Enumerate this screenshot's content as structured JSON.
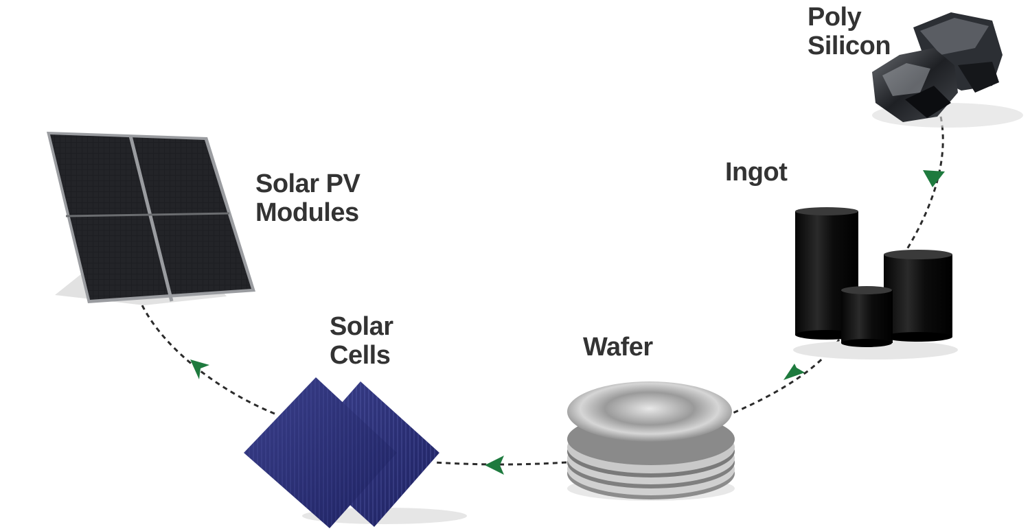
{
  "stages": {
    "poly_silicon": {
      "lines": [
        "Poly",
        "Silicon"
      ],
      "icon": "polysilicon-rock-icon"
    },
    "ingot": {
      "lines": [
        "Ingot"
      ],
      "icon": "ingot-cylinders-icon"
    },
    "wafer": {
      "lines": [
        "Wafer"
      ],
      "icon": "wafer-stack-icon"
    },
    "solar_cells": {
      "lines": [
        "Solar",
        "Cells"
      ],
      "icon": "solar-cell-icon"
    },
    "solar_pv_modules": {
      "lines": [
        "Solar PV",
        "Modules"
      ],
      "icon": "solar-panel-icon"
    }
  },
  "flow_order": [
    "Poly Silicon",
    "Ingot",
    "Wafer",
    "Solar Cells",
    "Solar PV Modules"
  ],
  "colors": {
    "label_text": "#333333",
    "arrow_head": "#1e7a3e",
    "connector": "#2b2b2b",
    "cell_blue": "#2a2f6e",
    "panel_black": "#1b1c1f"
  }
}
